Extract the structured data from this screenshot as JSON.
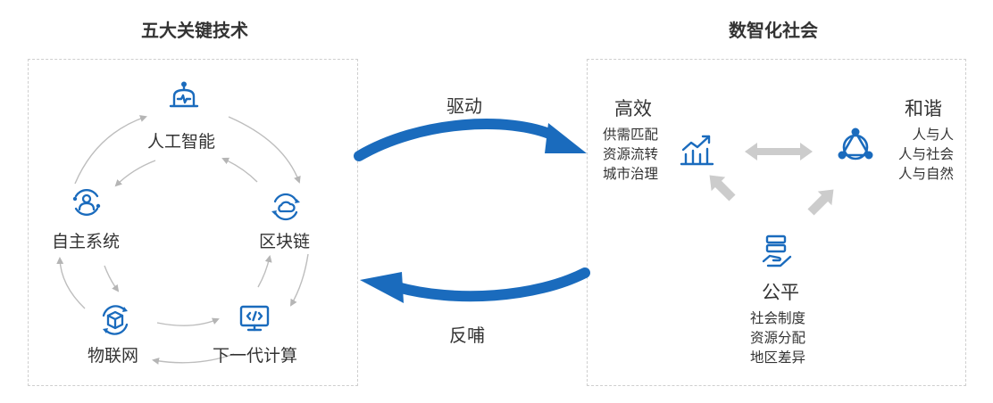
{
  "left": {
    "title": "五大关键技术",
    "techs": [
      {
        "label": "人工智能",
        "icon": "robot-icon"
      },
      {
        "label": "区块链",
        "icon": "blockchain-cloud-icon"
      },
      {
        "label": "下一代计算",
        "icon": "code-monitor-icon"
      },
      {
        "label": "物联网",
        "icon": "iot-cube-icon"
      },
      {
        "label": "自主系统",
        "icon": "autonomous-user-icon"
      }
    ]
  },
  "right": {
    "title": "数智化社会",
    "efficiency": {
      "label": "高效",
      "items": [
        "供需匹配",
        "资源流转",
        "城市治理"
      ],
      "icon": "bar-chart-icon"
    },
    "harmony": {
      "label": "和谐",
      "items": [
        "人与人",
        "人与社会",
        "人与自然"
      ],
      "icon": "network-triangle-icon"
    },
    "fairness": {
      "label": "公平",
      "items": [
        "社会制度",
        "资源分配",
        "地区差异"
      ],
      "icon": "hand-server-icon"
    }
  },
  "arrows": {
    "drive": "驱动",
    "feedback": "反哺"
  },
  "colors": {
    "accent": "#1a6bbd",
    "gray_arrow": "#cccccc",
    "text": "#333333"
  }
}
